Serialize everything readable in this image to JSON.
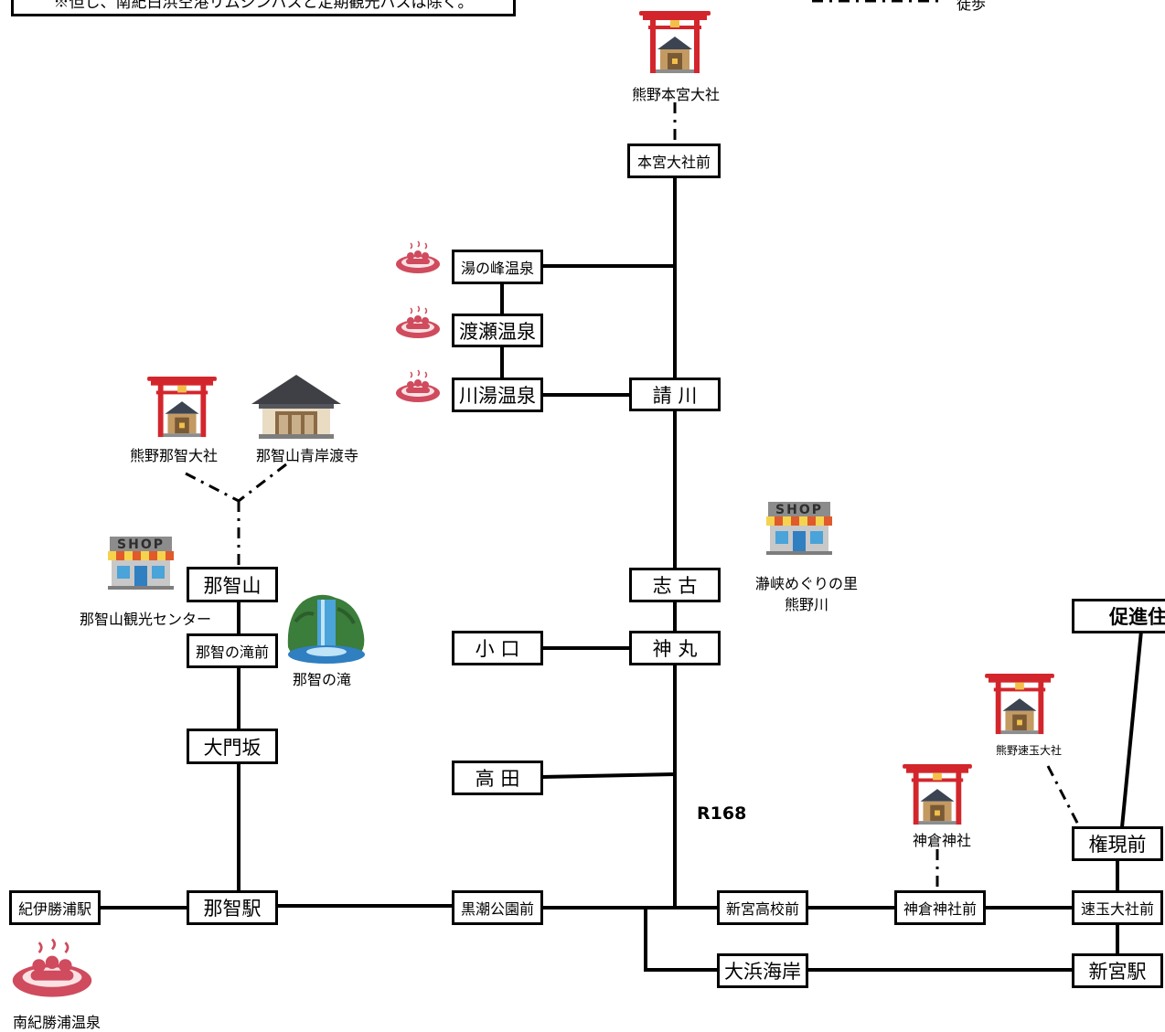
{
  "notice": "※但し、南紀白浜空港リムジンバスと定期観光バスは除く。",
  "legend": {
    "walk_label": "徒歩"
  },
  "road_label": "R168",
  "stops": {
    "hongu_taisha_mae": "本宮大社前",
    "yunomine": "湯の峰温泉",
    "watarase": "渡瀬温泉",
    "kawayu": "川湯温泉",
    "ukegawa": "請 川",
    "shiko": "志 古",
    "komaru": "神 丸",
    "koguchi": "小 口",
    "takada": "高 田",
    "nachisan": "那智山",
    "nachi_no_taki_mae": "那智の滝前",
    "daimonzaka": "大門坂",
    "nachi_eki": "那智駅",
    "kii_katsuura": "紀伊勝浦駅",
    "kuroshio": "黒潮公園前",
    "shingu_koko": "新宮高校前",
    "kamikura_mae": "神倉神社前",
    "hayatama_mae": "速玉大社前",
    "ohama": "大浜海岸",
    "shingu_eki": "新宮駅",
    "gongen_mae": "権現前",
    "sokushin": "促進住"
  },
  "places": {
    "hongu_taisha": "熊野本宮大社",
    "nachi_taisha": "熊野那智大社",
    "seigantoji": "那智山青岸渡寺",
    "kanko_center": "那智山観光センター",
    "nachi_no_taki": "那智の滝",
    "dorokyo_line1": "瀞峡めぐりの里",
    "dorokyo_line2": "熊野川",
    "hayatama_taisha": "熊野速玉大社",
    "kamikura_jinja": "神倉神社",
    "nanki_onsen": "南紀勝浦温泉"
  },
  "icons": {
    "shrine": "shrine-icon",
    "temple": "temple-icon",
    "shop": "shop-icon",
    "onsen": "hot-spring-icon",
    "waterfall": "waterfall-icon"
  },
  "colors": {
    "torii": "#d3262c",
    "shop_awning": "#e05a2b",
    "onsen": "#cf4b5d",
    "water": "#4aa3d9",
    "line": "#000000"
  }
}
